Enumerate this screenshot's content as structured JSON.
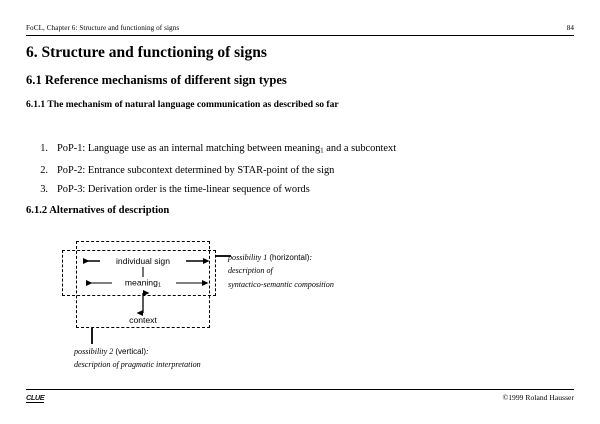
{
  "running_head": {
    "text": "FoCL, Chapter 6: Structure and functioning of signs",
    "page_number": "84"
  },
  "headings": {
    "chapter": "6. Structure and functioning of signs",
    "section": "6.1 Reference mechanisms of different sign types",
    "subsection_1": "6.1.1 The mechanism of natural language communication as described so far",
    "subsection_2": "6.1.2 Alternatives of description"
  },
  "list": {
    "items": [
      {
        "number": "1.",
        "prefix": "PoP-1: Language use as an internal matching between meaning",
        "subscript": "1",
        "suffix": " and a subcontext"
      },
      {
        "number": "2.",
        "prefix": "PoP-2: Entrance subcontext determined by STAR-point of the sign",
        "subscript": "",
        "suffix": ""
      },
      {
        "number": "3.",
        "prefix": "PoP-3: Derivation order is the time-linear sequence of words",
        "subscript": "",
        "suffix": ""
      }
    ]
  },
  "diagram": {
    "node_sign": "individual sign",
    "node_meaning": "meaning",
    "node_meaning_subscript": "1",
    "node_context": "context",
    "annotation_1": {
      "lead_italic": "possibility 1 ",
      "upright": "(horizontal)",
      "tail": ":",
      "line2": "description of",
      "line3": "syntactico-semantic composition"
    },
    "annotation_2": {
      "lead_italic": "possibility 2 ",
      "upright": "(vertical)",
      "tail": ":",
      "line2": "description of pragmatic interpretation"
    }
  },
  "footer": {
    "logo": "CLUE",
    "copyright": "©1999 Roland Hausser"
  }
}
